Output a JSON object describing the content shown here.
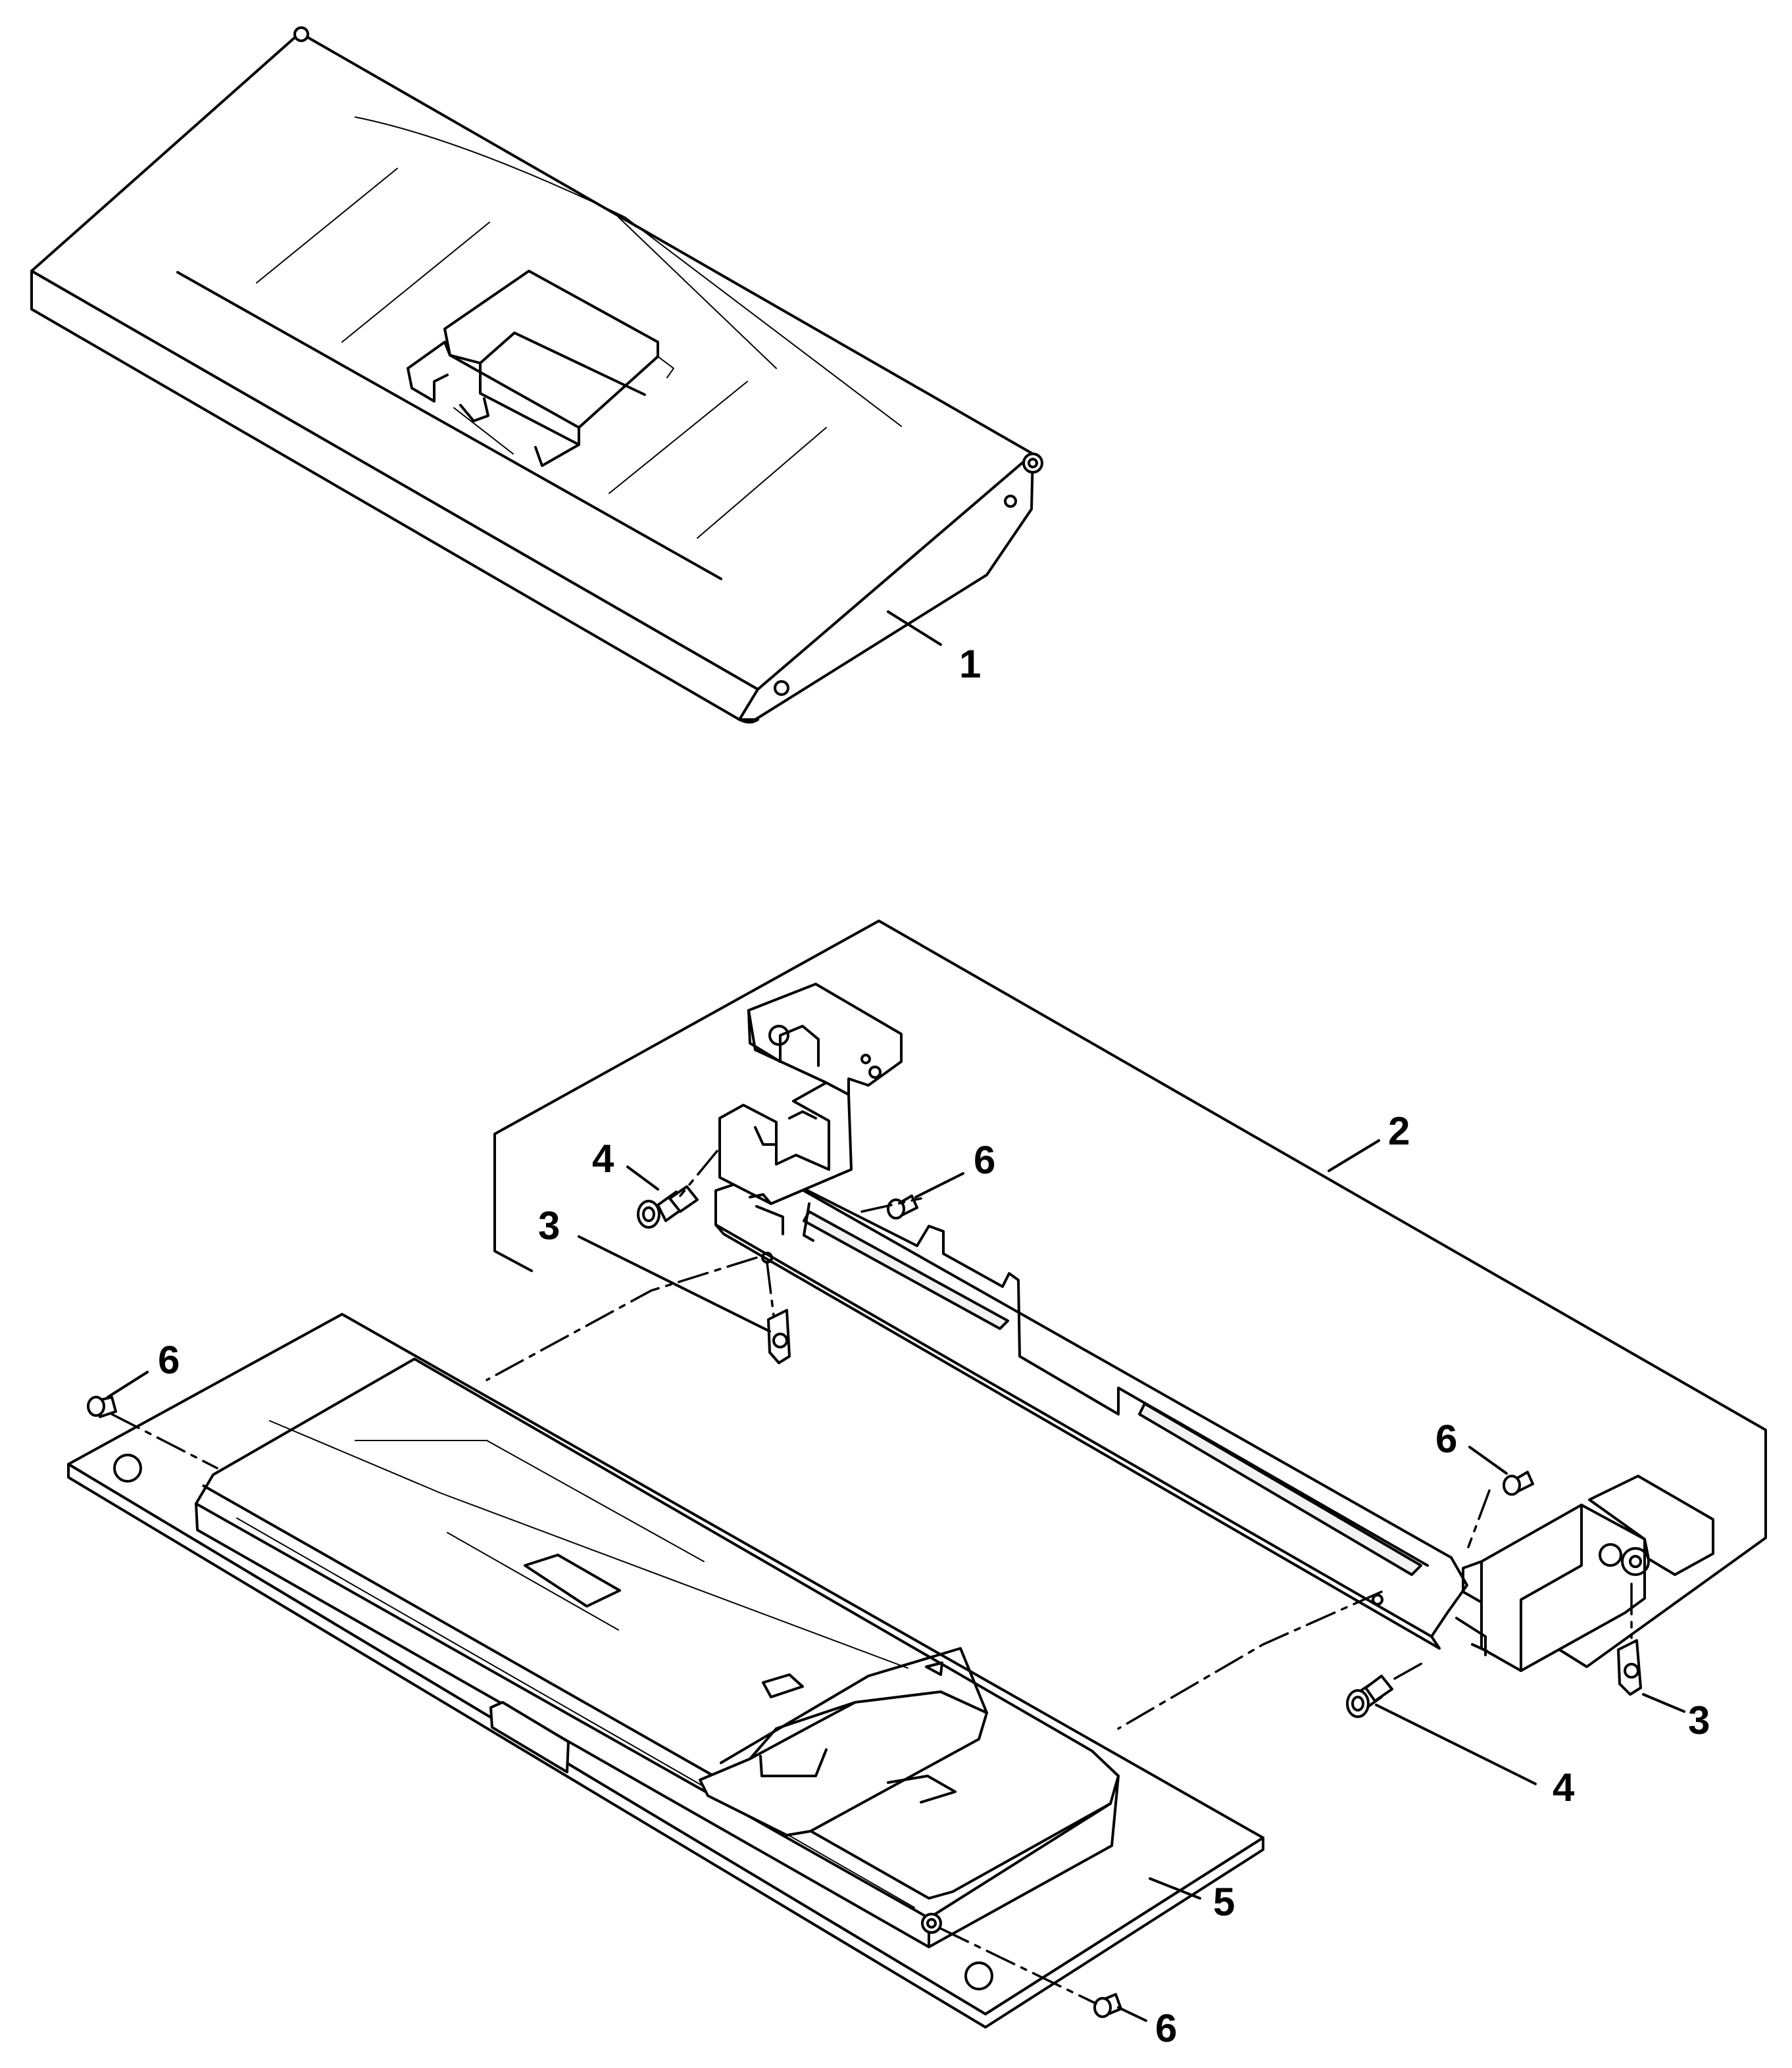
{
  "callouts": {
    "c1": "1",
    "c2": "2",
    "c3a": "3",
    "c3b": "3",
    "c4a": "4",
    "c4b": "4",
    "c5": "5",
    "c6a": "6",
    "c6b": "6",
    "c6c": "6",
    "c6d": "6"
  },
  "colors": {
    "line": "#000000",
    "background": "#ffffff"
  }
}
